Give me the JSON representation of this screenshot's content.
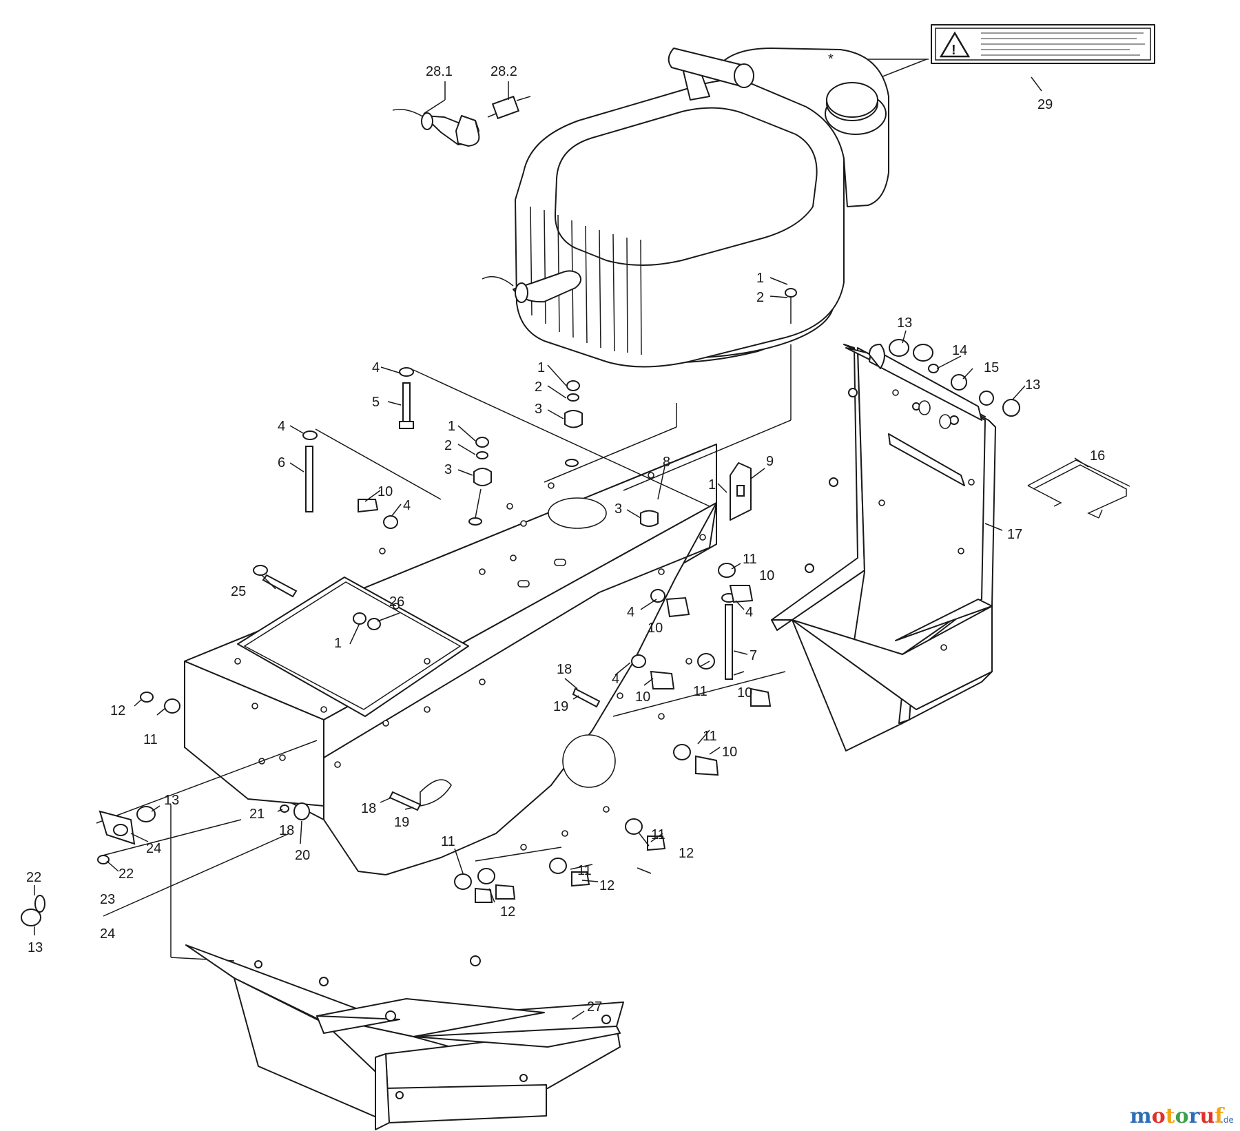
{
  "diagram": {
    "labels": [
      {
        "id": "l-28-1",
        "text": "28.1"
      },
      {
        "id": "l-28-2",
        "text": "28.2"
      },
      {
        "id": "l-29",
        "text": "29"
      },
      {
        "id": "l-star",
        "text": "*"
      },
      {
        "id": "l-1a",
        "text": "1"
      },
      {
        "id": "l-2a",
        "text": "2"
      },
      {
        "id": "l-13a",
        "text": "13"
      },
      {
        "id": "l-14",
        "text": "14"
      },
      {
        "id": "l-15",
        "text": "15"
      },
      {
        "id": "l-13b",
        "text": "13"
      },
      {
        "id": "l-16",
        "text": "16"
      },
      {
        "id": "l-17",
        "text": "17"
      },
      {
        "id": "l-4a",
        "text": "4"
      },
      {
        "id": "l-5",
        "text": "5"
      },
      {
        "id": "l-1b",
        "text": "1"
      },
      {
        "id": "l-2b",
        "text": "2"
      },
      {
        "id": "l-3a",
        "text": "3"
      },
      {
        "id": "l-1c",
        "text": "1"
      },
      {
        "id": "l-2c",
        "text": "2"
      },
      {
        "id": "l-3b",
        "text": "3"
      },
      {
        "id": "l-4b",
        "text": "4"
      },
      {
        "id": "l-6",
        "text": "6"
      },
      {
        "id": "l-10a",
        "text": "10"
      },
      {
        "id": "l-4c",
        "text": "4"
      },
      {
        "id": "l-8",
        "text": "8"
      },
      {
        "id": "l-3c",
        "text": "3"
      },
      {
        "id": "l-1d",
        "text": "1"
      },
      {
        "id": "l-9",
        "text": "9"
      },
      {
        "id": "l-11a",
        "text": "11"
      },
      {
        "id": "l-10b",
        "text": "10"
      },
      {
        "id": "l-4d",
        "text": "4"
      },
      {
        "id": "l-4e",
        "text": "4"
      },
      {
        "id": "l-10c",
        "text": "10"
      },
      {
        "id": "l-7",
        "text": "7"
      },
      {
        "id": "l-25",
        "text": "25"
      },
      {
        "id": "l-26",
        "text": "26"
      },
      {
        "id": "l-1e",
        "text": "1"
      },
      {
        "id": "l-18a",
        "text": "18"
      },
      {
        "id": "l-19a",
        "text": "19"
      },
      {
        "id": "l-4f",
        "text": "4"
      },
      {
        "id": "l-10d",
        "text": "10"
      },
      {
        "id": "l-11b",
        "text": "11"
      },
      {
        "id": "l-10e",
        "text": "10"
      },
      {
        "id": "l-12a",
        "text": "12"
      },
      {
        "id": "l-11c",
        "text": "11"
      },
      {
        "id": "l-11d",
        "text": "11"
      },
      {
        "id": "l-10f",
        "text": "10"
      },
      {
        "id": "l-13c",
        "text": "13"
      },
      {
        "id": "l-24a",
        "text": "24"
      },
      {
        "id": "l-21",
        "text": "21"
      },
      {
        "id": "l-18b",
        "text": "18"
      },
      {
        "id": "l-20",
        "text": "20"
      },
      {
        "id": "l-18c",
        "text": "18"
      },
      {
        "id": "l-19b",
        "text": "19"
      },
      {
        "id": "l-11e",
        "text": "11"
      },
      {
        "id": "l-12b",
        "text": "12"
      },
      {
        "id": "l-22a",
        "text": "22"
      },
      {
        "id": "l-22b",
        "text": "22"
      },
      {
        "id": "l-23",
        "text": "23"
      },
      {
        "id": "l-24b",
        "text": "24"
      },
      {
        "id": "l-13d",
        "text": "13"
      },
      {
        "id": "l-11f",
        "text": "11"
      },
      {
        "id": "l-11g",
        "text": "11"
      },
      {
        "id": "l-12c",
        "text": "12"
      },
      {
        "id": "l-12d",
        "text": "12"
      },
      {
        "id": "l-27",
        "text": "27"
      }
    ],
    "watermark": {
      "name": "motoruf",
      "tld": ".de"
    }
  },
  "colors": {
    "line": "#1a1a1a",
    "watermark_m": "#2d6db5",
    "watermark_o1": "#e0312b",
    "watermark_t": "#f2a516",
    "watermark_o2": "#3ba14a",
    "watermark_r": "#2d6db5",
    "watermark_u": "#e0312b",
    "watermark_f": "#f2a516"
  }
}
